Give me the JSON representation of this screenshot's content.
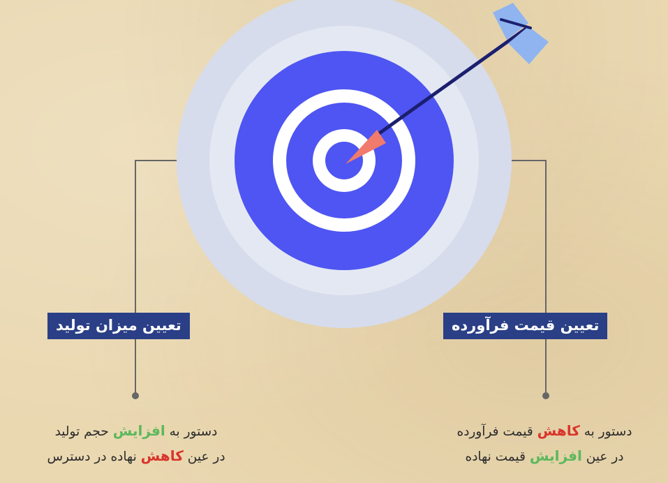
{
  "left_branch": {
    "title": "تعیین میزان تولید",
    "line1": {
      "pre": "دستور به",
      "keyword": "افزایش",
      "post": "حجم تولید"
    },
    "line2": {
      "pre": "در عین",
      "keyword": "کاهش",
      "post": "نهاده در دسترس"
    }
  },
  "right_branch": {
    "title": "تعیین قیمت فرآورده",
    "line1": {
      "pre": "دستور به",
      "keyword": "کاهش",
      "post": "قیمت فرآورده"
    },
    "line2": {
      "pre": "در عین",
      "keyword": "افزایش",
      "post": "قیمت نهاده"
    }
  },
  "colors": {
    "background": "#ead8b1",
    "label_bg": "#2a3f86",
    "target_inner": "#4e55f2",
    "target_halo_outer": "#d6dcec",
    "target_halo_inner": "#e4e8f3",
    "arrow_shaft": "#1b1f6e",
    "arrow_tip": "#f07a6c",
    "arrow_fletching": "#8fb4f0",
    "increase_keyword": "#5cb85c",
    "decrease_keyword": "#d9342b",
    "connector": "#666666"
  },
  "icons": {
    "center": "target-with-arrow-icon"
  }
}
